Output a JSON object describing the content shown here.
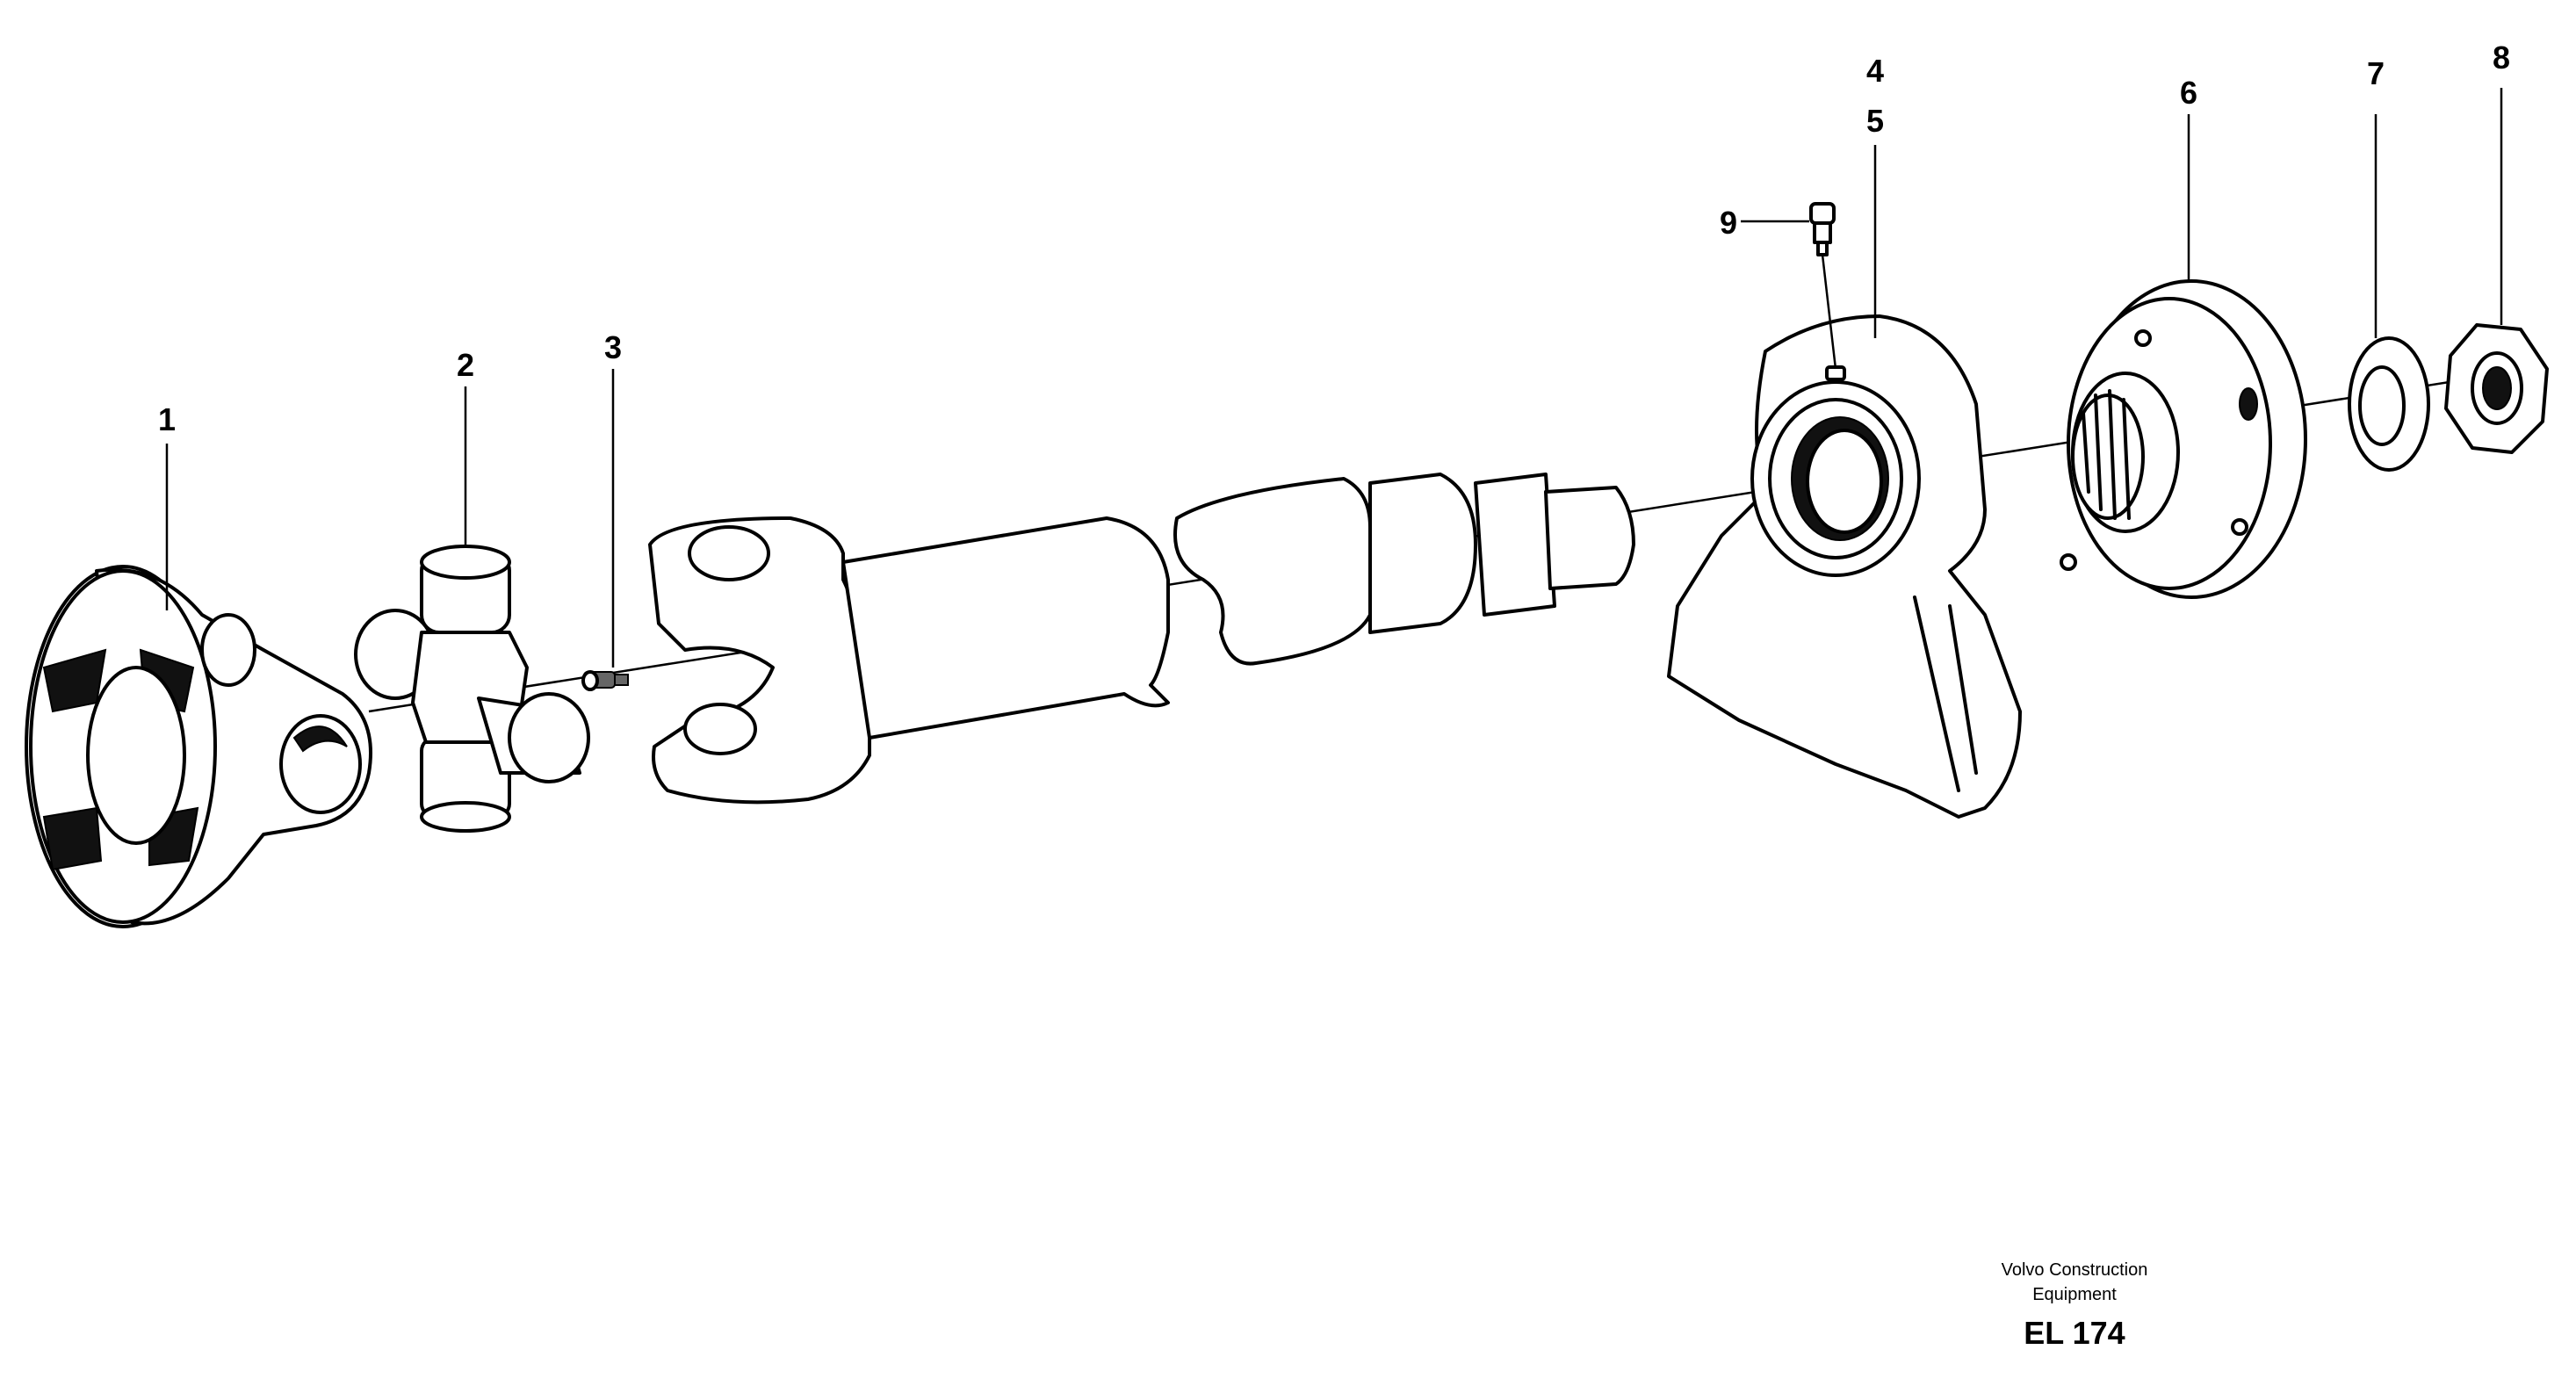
{
  "callouts": [
    {
      "id": "1",
      "label": "1"
    },
    {
      "id": "2",
      "label": "2"
    },
    {
      "id": "3",
      "label": "3"
    },
    {
      "id": "4",
      "label": "4"
    },
    {
      "id": "5",
      "label": "5"
    },
    {
      "id": "6",
      "label": "6"
    },
    {
      "id": "7",
      "label": "7"
    },
    {
      "id": "8",
      "label": "8"
    },
    {
      "id": "9",
      "label": "9"
    }
  ],
  "footer": {
    "company_line1": "Volvo Construction",
    "company_line2": "Equipment",
    "code": "EL 174"
  }
}
